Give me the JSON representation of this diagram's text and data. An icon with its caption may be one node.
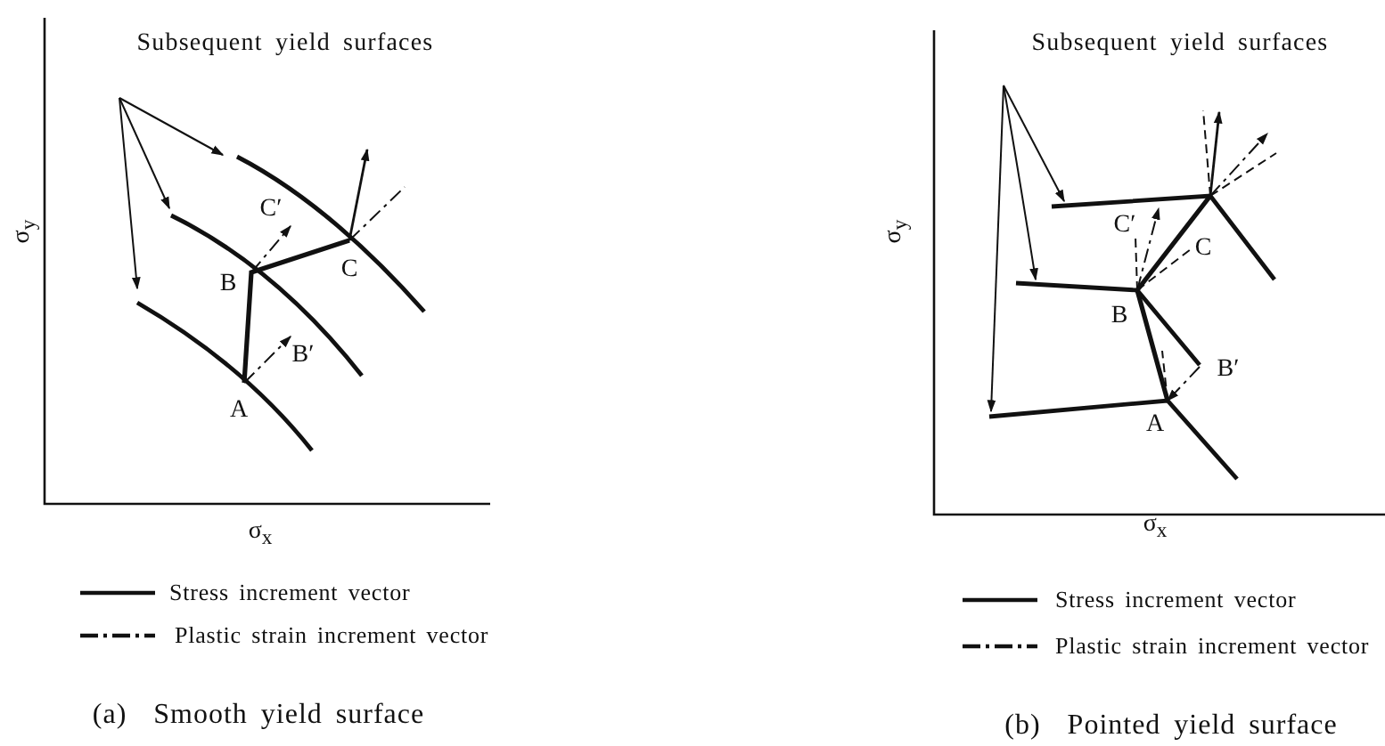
{
  "diagram": {
    "labels": [
      "Subsequent yield surfaces",
      "σ$_{y}$",
      "C′",
      "B",
      "C",
      "B′",
      "A",
      "σ$_{x}$",
      "(a)  Smooth yield surface",
      "Subsequent yield surfaces",
      "σ$_{y}$",
      "C′",
      "C",
      "B",
      "B′",
      "A",
      "σ$_{x}$",
      "(b)  Pointed yield surface"
    ],
    "legend": [
      {
        "text": "Stress increment vector"
      },
      {
        "text": "Plastic strain increment vector"
      },
      {
        "text": "Stress increment vector"
      },
      {
        "text": "Plastic strain increment vector"
      }
    ]
  }
}
